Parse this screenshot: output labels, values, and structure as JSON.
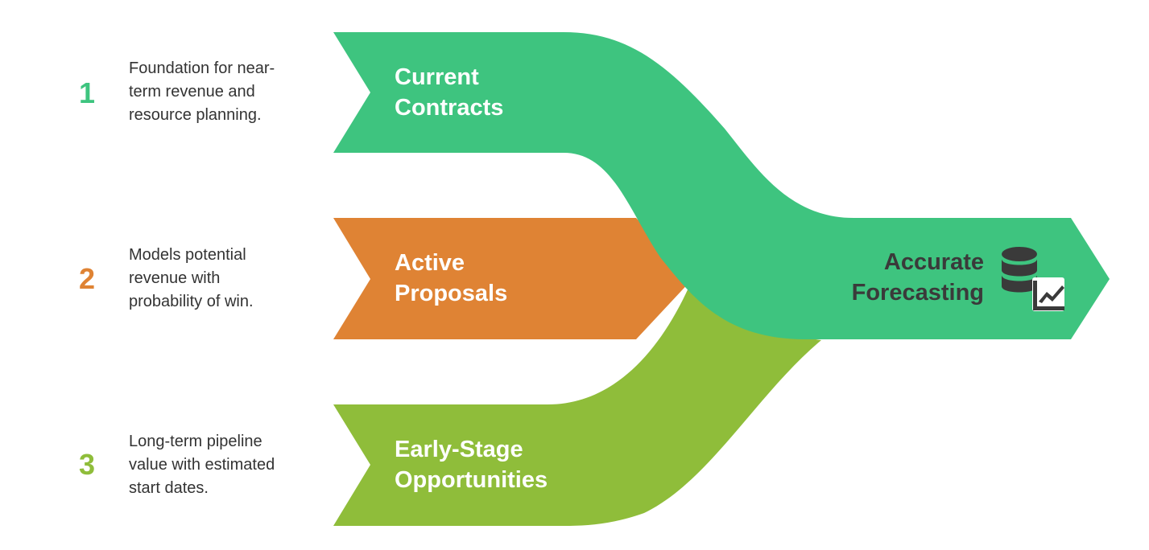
{
  "colors": {
    "green": "#3ec47f",
    "orange": "#df8334",
    "lime": "#8fbd3a",
    "result_text": "#3a3a3a",
    "description_text": "#333333",
    "icon": "#3a3a3a"
  },
  "sources": [
    {
      "number": "1",
      "label_line1": "Current",
      "label_line2": "Contracts",
      "description_lines": [
        "Foundation for near-",
        "term revenue and",
        "resource planning."
      ],
      "color": "#3ec47f"
    },
    {
      "number": "2",
      "label_line1": "Active",
      "label_line2": "Proposals",
      "description_lines": [
        "Models potential",
        "revenue with",
        "probability of win."
      ],
      "color": "#df8334"
    },
    {
      "number": "3",
      "label_line1": "Early-Stage",
      "label_line2": "Opportunities",
      "description_lines": [
        "Long-term pipeline",
        "value with estimated",
        "start dates."
      ],
      "color": "#8fbd3a"
    }
  ],
  "result": {
    "label_line1": "Accurate",
    "label_line2": "Forecasting",
    "icon": "database-chart-icon"
  }
}
